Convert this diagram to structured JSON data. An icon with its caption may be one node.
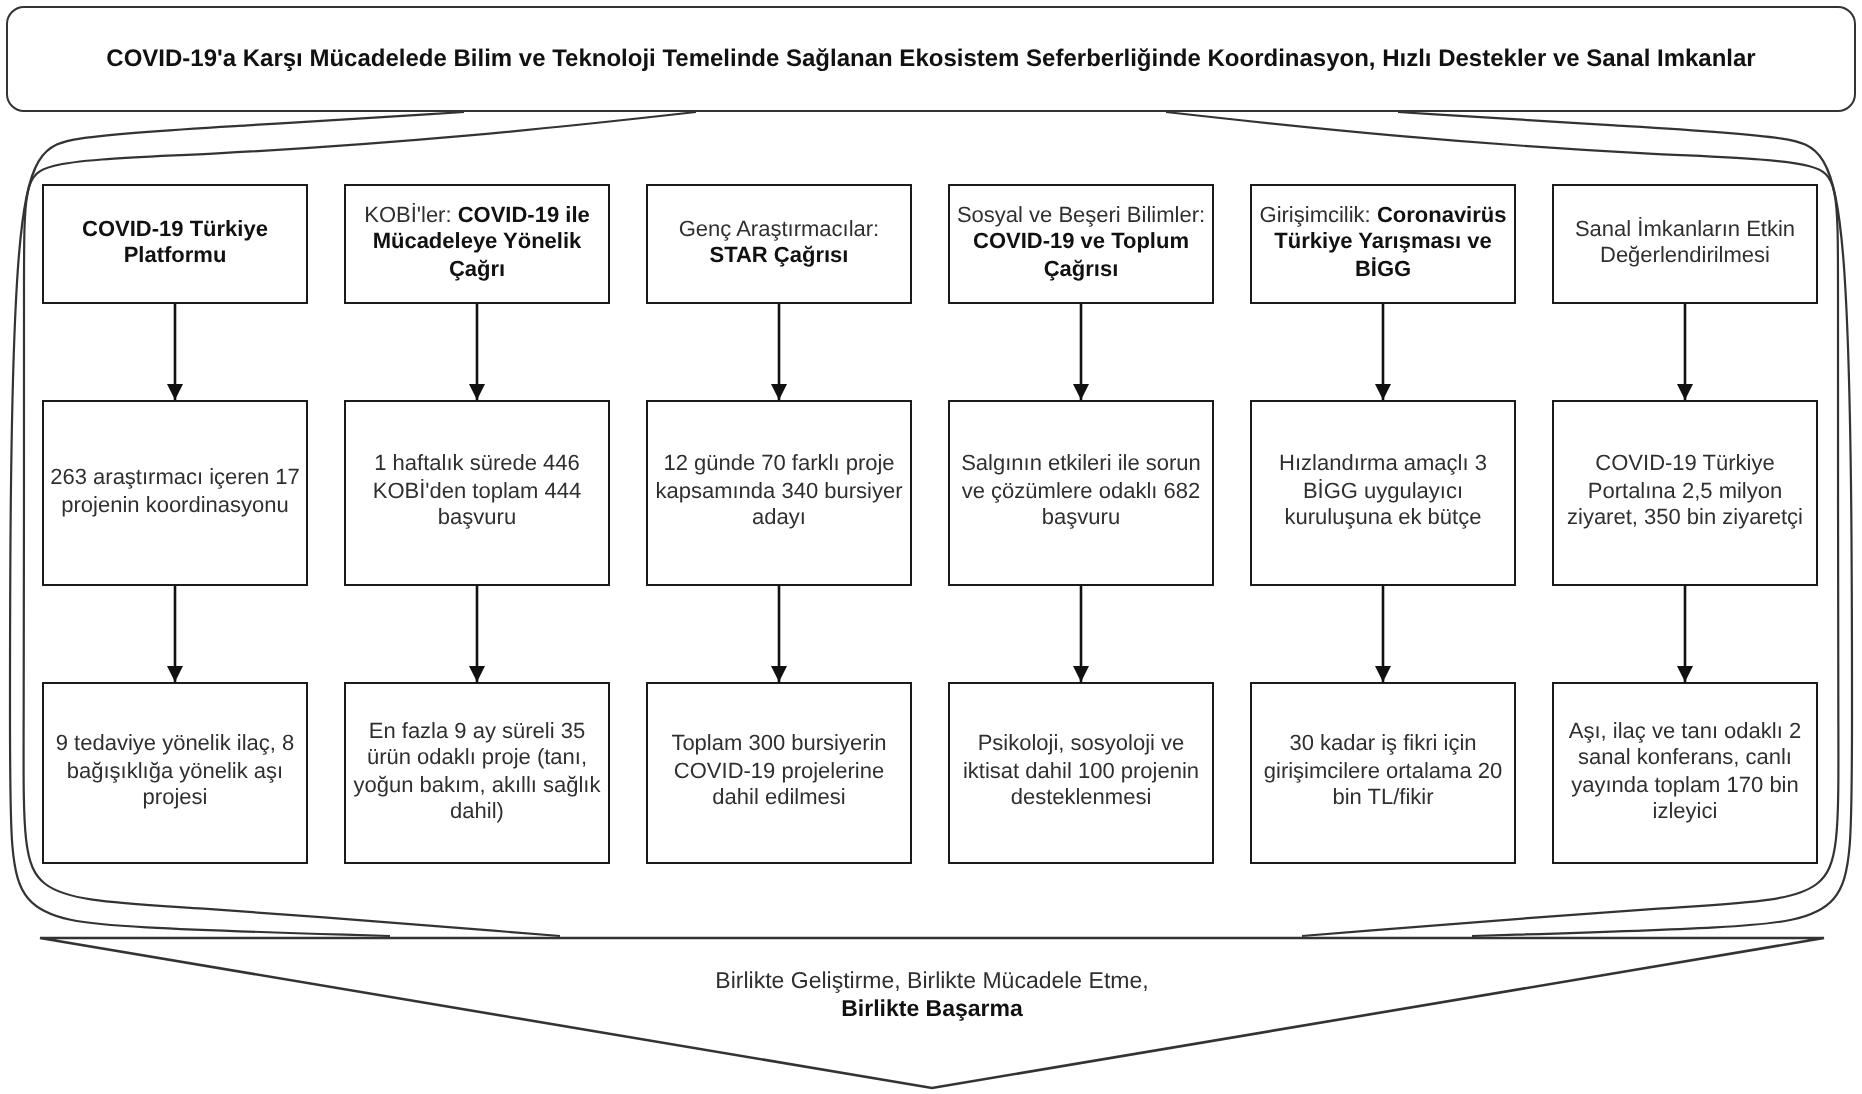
{
  "diagram": {
    "nodes": [
      {
        "text": [
          "COVID-19'a Karşı Mücadelede Bilim ve Teknoloji Temelinde Sağlanan Ekosistem Seferberliğinde Koordinasyon, Hızlı Destekler ve Sanal Imkanlar"
        ]
      },
      {
        "text": [
          "COVID-19 Türkiye Platformu"
        ]
      },
      {
        "text": [
          "KOBİ'ler: **COVID-19 ile Mücadeleye Yönelik Çağrı**"
        ]
      },
      {
        "text": [
          "Genç Araştırmacılar: **STAR Çağrısı**"
        ]
      },
      {
        "text": [
          "Sosyal ve Beşeri Bilimler: **COVID-19 ve Toplum Çağrısı**"
        ]
      },
      {
        "text": [
          "Girişimcilik: **Coronavirüs Türkiye Yarışması ve BİGG**"
        ]
      },
      {
        "text": [
          "Sanal İmkanların Etkin Değerlendirilmesi"
        ]
      },
      {
        "text": [
          "263 araştırmacı içeren 17 projenin koordinasyonu"
        ]
      },
      {
        "text": [
          "1 haftalık sürede 446 KOBİ'den toplam 444 başvuru"
        ]
      },
      {
        "text": [
          "12 günde 70 farklı proje kapsamında 340 bursiyer adayı"
        ]
      },
      {
        "text": [
          "Salgının etkileri ile sorun ve çözümlere odaklı 682 başvuru"
        ]
      },
      {
        "text": [
          "Hızlandırma amaçlı 3 BİGG uygulayıcı kuruluşuna ek bütçe"
        ]
      },
      {
        "text": [
          "COVID-19 Türkiye Portalına 2,5 milyon ziyaret, 350 bin ziyaretçi"
        ]
      },
      {
        "text": [
          "9 tedaviye yönelik ilaç, 8 bağışıklığa yönelik aşı projesi"
        ]
      },
      {
        "text": [
          "En fazla 9 ay süreli 35 ürün odaklı proje (tanı, yoğun bakım, akıllı sağlık dahil)"
        ]
      },
      {
        "text": [
          "Toplam 300 bursiyerin COVID-19 projelerine dahil edilmesi"
        ]
      },
      {
        "text": [
          "Psikoloji, sosyoloji ve iktisat dahil 100 projenin desteklenmesi"
        ]
      },
      {
        "text": [
          "30 kadar iş fikri için girişimcilere ortalama 20 bin TL/fikir"
        ]
      },
      {
        "text": [
          "Aşı, ilaç ve tanı odaklı 2 sanal konferans, canlı yayında toplam 170 bin izleyici"
        ]
      },
      {
        "text": [
          "Birlikte Geliştirme, Birlikte Mücadele Etme, **Birlikte Başarma**"
        ]
      }
    ],
    "edges": [
      {
        "from": 1,
        "to": 7,
        "arrow": "to"
      },
      {
        "from": 2,
        "to": 8,
        "arrow": "to"
      },
      {
        "from": 3,
        "to": 9,
        "arrow": "to"
      },
      {
        "from": 4,
        "to": 10,
        "arrow": "to"
      },
      {
        "from": 5,
        "to": 11,
        "arrow": "to"
      },
      {
        "from": 6,
        "to": 12,
        "arrow": "to"
      },
      {
        "from": 7,
        "to": 13,
        "arrow": "to"
      },
      {
        "from": 8,
        "to": 14,
        "arrow": "to"
      },
      {
        "from": 9,
        "to": 15,
        "arrow": "to"
      },
      {
        "from": 10,
        "to": 16,
        "arrow": "to"
      },
      {
        "from": 11,
        "to": 17,
        "arrow": "to"
      },
      {
        "from": 12,
        "to": 18,
        "arrow": "to"
      },
      {
        "from": 0,
        "to": 19,
        "arrow": "none"
      },
      {
        "from": 0,
        "to": 19,
        "arrow": "none"
      },
      {
        "from": 0,
        "to": 19,
        "arrow": "none"
      },
      {
        "from": 0,
        "to": 19,
        "arrow": "none"
      }
    ]
  }
}
